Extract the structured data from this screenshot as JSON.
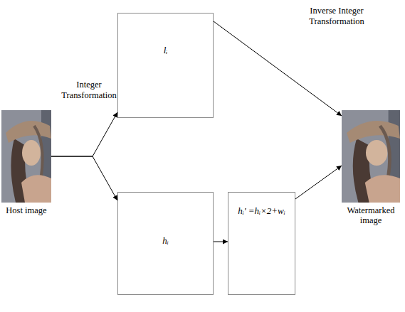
{
  "diagram": {
    "nodes": [
      {
        "text": [
          "Host image"
        ]
      },
      {
        "text": [
          "lᵢ"
        ]
      },
      {
        "text": [
          "hᵢ"
        ]
      },
      {
        "text": [
          "hᵢ' =hᵢ×2+wᵢ"
        ]
      },
      {
        "text": [
          "Watermarked image"
        ]
      }
    ],
    "edges": [
      {
        "from": 0,
        "to": 1,
        "arrow": "to"
      },
      {
        "from": 0,
        "to": 2,
        "arrow": "to"
      },
      {
        "from": 2,
        "to": 3,
        "arrow": "to"
      },
      {
        "from": 1,
        "to": 4,
        "arrow": "to"
      },
      {
        "from": 3,
        "to": 4,
        "arrow": "to"
      }
    ],
    "labels": [
      "Integer Transformation",
      "Inverse Integer Transformation"
    ]
  }
}
